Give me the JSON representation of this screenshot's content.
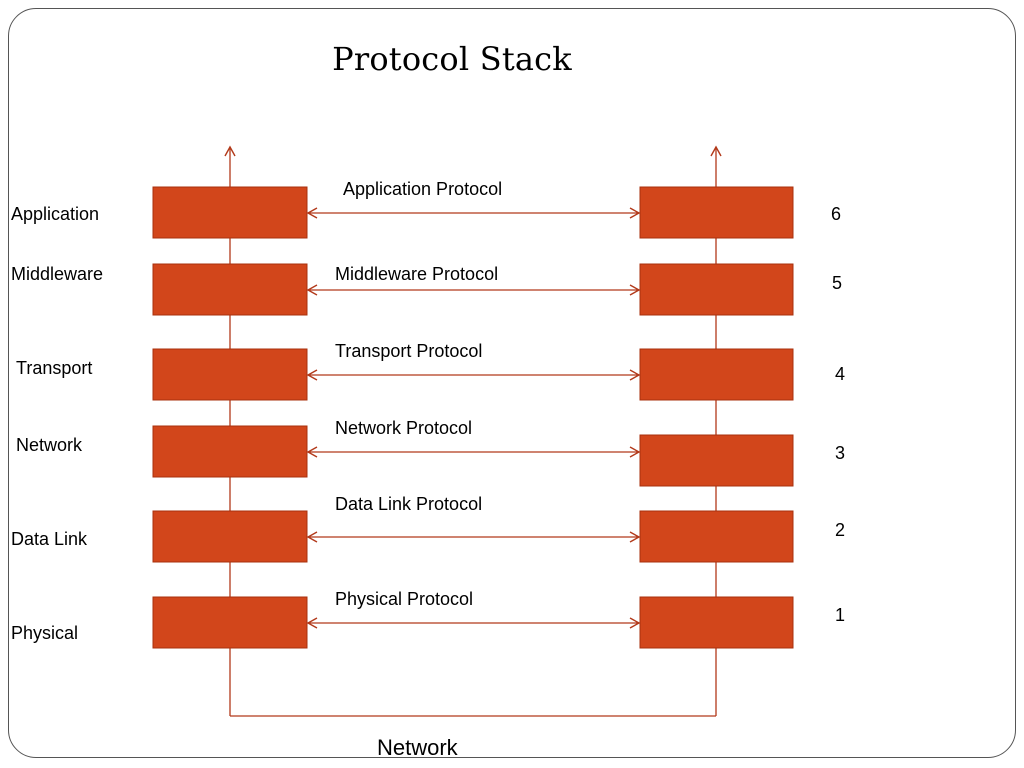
{
  "title": "Protocol Stack",
  "layers": [
    {
      "name": "Application",
      "protocol": "Application Protocol",
      "number": "6"
    },
    {
      "name": "Middleware",
      "protocol": "Middleware Protocol",
      "number": "5"
    },
    {
      "name": "Transport",
      "protocol": "Transport Protocol",
      "number": "4"
    },
    {
      "name": "Network",
      "protocol": "Network Protocol",
      "number": "3"
    },
    {
      "name": "Data Link",
      "protocol": "Data Link Protocol",
      "number": "2"
    },
    {
      "name": "Physical",
      "protocol": "Physical Protocol",
      "number": "1"
    }
  ],
  "bottom_label": "Network",
  "colors": {
    "box_fill": "#d2461b",
    "box_border": "#a8300e",
    "line": "#b2391a"
  }
}
